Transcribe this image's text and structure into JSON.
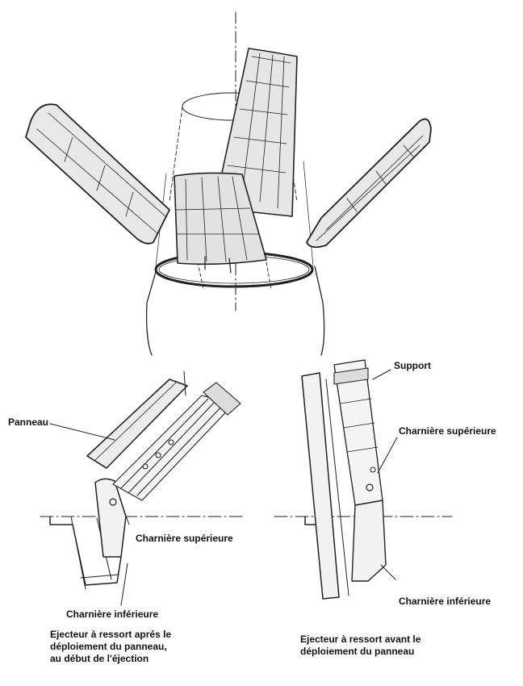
{
  "labels": {
    "panneau": "Panneau",
    "support": "Support",
    "charniere_sup_left": "Charnière supérieure",
    "charniere_inf_left": "Charnière inférieure",
    "charniere_sup_right": "Charnière supérieure",
    "charniere_inf_right": "Charnière inférieure"
  },
  "captions": {
    "left": [
      "Ejecteur à ressort aprés le",
      "déploiement du panneau,",
      "au début de l'éjection"
    ],
    "right": [
      "Ejecteur à ressort avant le",
      "déploiement du panneau"
    ]
  },
  "colors": {
    "line": "#222222",
    "panel_fill": "#e4e4e4",
    "background": "#ffffff"
  }
}
